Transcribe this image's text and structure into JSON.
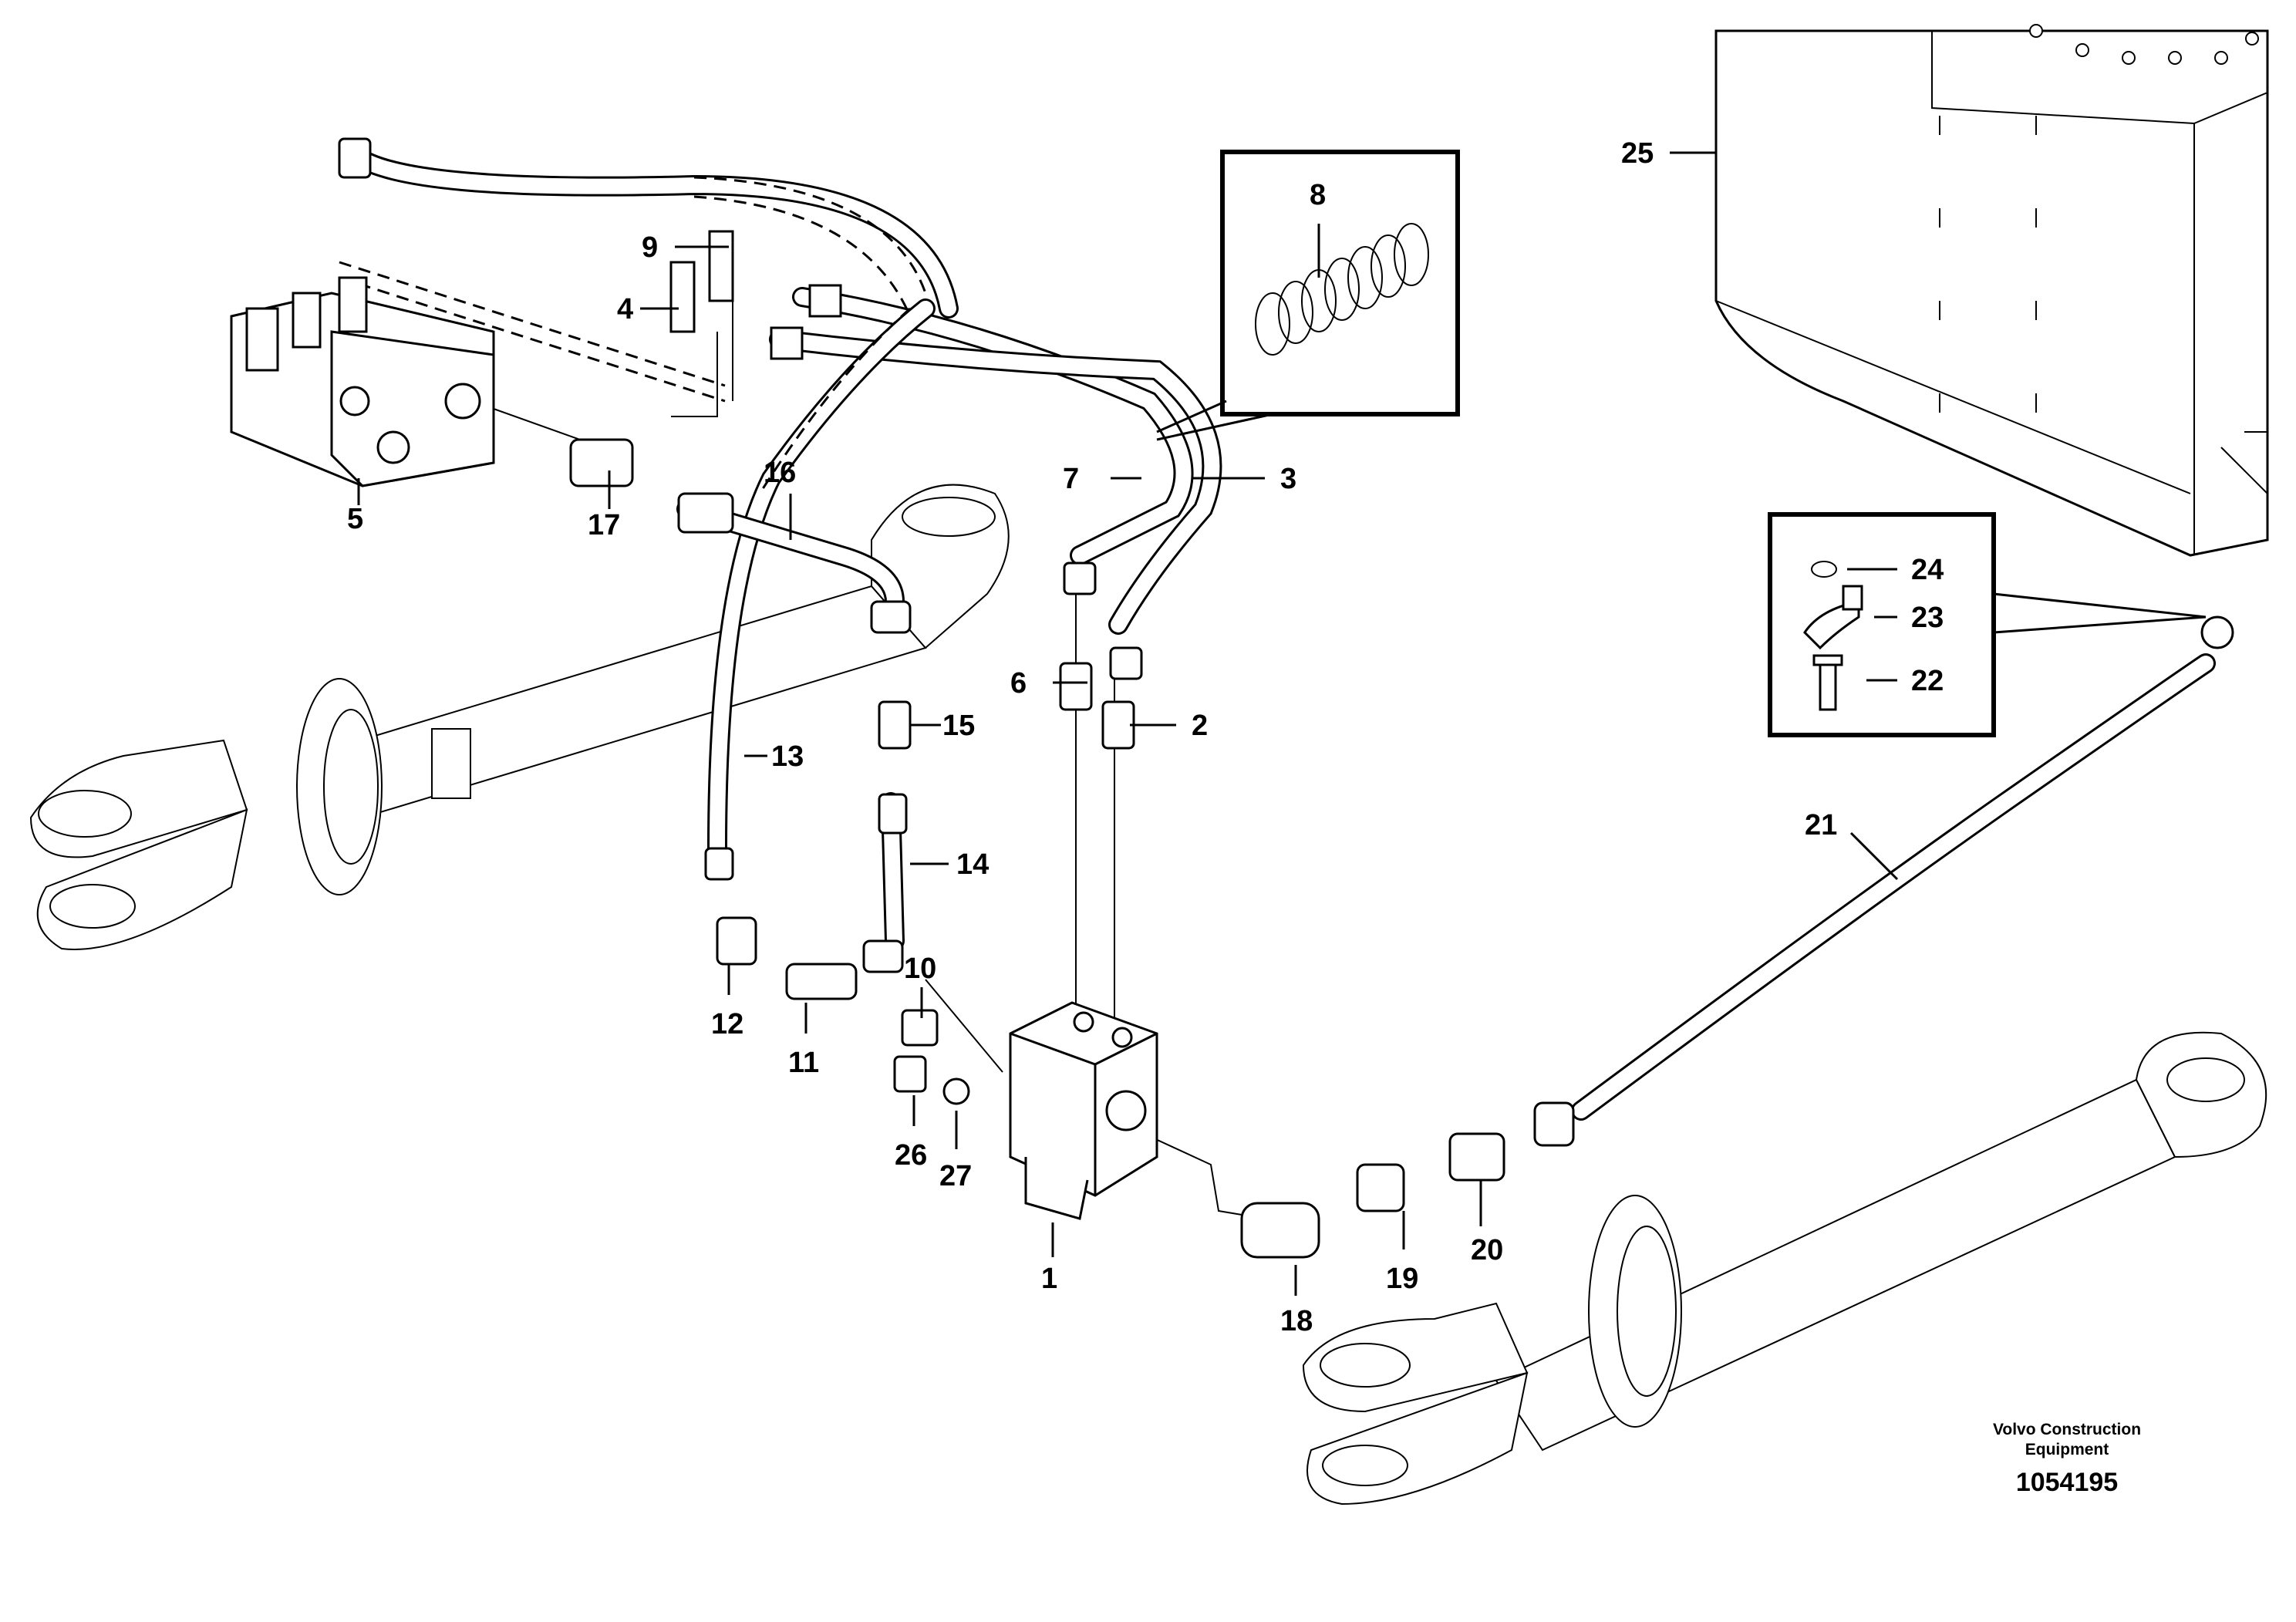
{
  "parts": [
    {
      "id": "1",
      "label": "1"
    },
    {
      "id": "2",
      "label": "2"
    },
    {
      "id": "3",
      "label": "3"
    },
    {
      "id": "4",
      "label": "4"
    },
    {
      "id": "5",
      "label": "5"
    },
    {
      "id": "6",
      "label": "6"
    },
    {
      "id": "7",
      "label": "7"
    },
    {
      "id": "8",
      "label": "8"
    },
    {
      "id": "9",
      "label": "9"
    },
    {
      "id": "10",
      "label": "10"
    },
    {
      "id": "11",
      "label": "11"
    },
    {
      "id": "12",
      "label": "12"
    },
    {
      "id": "13",
      "label": "13"
    },
    {
      "id": "14",
      "label": "14"
    },
    {
      "id": "15",
      "label": "15"
    },
    {
      "id": "16",
      "label": "16"
    },
    {
      "id": "17",
      "label": "17"
    },
    {
      "id": "18",
      "label": "18"
    },
    {
      "id": "19",
      "label": "19"
    },
    {
      "id": "20",
      "label": "20"
    },
    {
      "id": "21",
      "label": "21"
    },
    {
      "id": "22",
      "label": "22"
    },
    {
      "id": "23",
      "label": "23"
    },
    {
      "id": "24",
      "label": "24"
    },
    {
      "id": "25",
      "label": "25"
    },
    {
      "id": "26",
      "label": "26"
    },
    {
      "id": "27",
      "label": "27"
    }
  ],
  "footer": {
    "company_line1": "Volvo Construction",
    "company_line2": "Equipment",
    "drawing_number": "1054195"
  }
}
